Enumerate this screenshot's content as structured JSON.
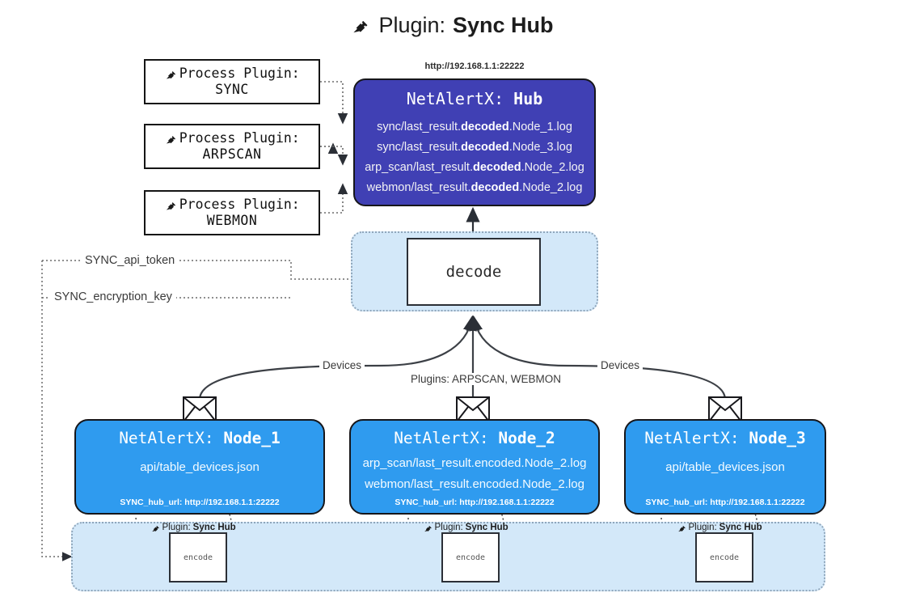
{
  "title": {
    "icon": "plug-icon",
    "prefix": "Plugin:",
    "name": "Sync Hub"
  },
  "process_plugins": [
    {
      "label": "Process Plugin:",
      "name": "SYNC",
      "icon": "plug-icon"
    },
    {
      "label": "Process Plugin:",
      "name": "ARPSCAN",
      "icon": "plug-icon"
    },
    {
      "label": "Process Plugin:",
      "name": "WEBMON",
      "icon": "plug-icon"
    }
  ],
  "hub": {
    "url": "http://192.168.1.1:22222",
    "app": "NetAlertX:",
    "name": "Hub",
    "lines": [
      {
        "pre": "sync/last_result.",
        "mid": "decoded",
        "post": ".Node_1.log"
      },
      {
        "pre": "sync/last_result.",
        "mid": "decoded",
        "post": ".Node_3.log"
      },
      {
        "pre": "arp_scan/last_result.",
        "mid": "decoded",
        "post": ".Node_2.log"
      },
      {
        "pre": "webmon/last_result.",
        "mid": "decoded",
        "post": ".Node_2.log"
      }
    ]
  },
  "decode": {
    "label": "decode"
  },
  "config_labels": [
    {
      "text": "SYNC_api_token"
    },
    {
      "text": "SYNC_encryption_key"
    }
  ],
  "flow_labels": {
    "left_devices": "Devices",
    "right_devices": "Devices",
    "center_plugins": "Plugins: ARPSCAN, WEBMON"
  },
  "nodes": [
    {
      "app": "NetAlertX:",
      "name": "Node_1",
      "lines": [
        "api/table_devices.json"
      ],
      "config": "SYNC_hub_url: http://192.168.1.1:22222",
      "icon": "envelope-icon"
    },
    {
      "app": "NetAlertX:",
      "name": "Node_2",
      "lines": [
        "arp_scan/last_result.encoded.Node_2.log",
        "webmon/last_result.encoded.Node_2.log"
      ],
      "config": "SYNC_hub_url: http://192.168.1.1:22222",
      "icon": "envelope-icon"
    },
    {
      "app": "NetAlertX:",
      "name": "Node_3",
      "lines": [
        "api/table_devices.json"
      ],
      "config": "SYNC_hub_url: http://192.168.1.1:22222",
      "icon": "envelope-icon"
    }
  ],
  "encoders": [
    {
      "plugin_prefix": "Plugin:",
      "plugin_name": "Sync Hub",
      "label": "encode",
      "icon": "plug-icon"
    },
    {
      "plugin_prefix": "Plugin:",
      "plugin_name": "Sync Hub",
      "label": "encode",
      "icon": "plug-icon"
    },
    {
      "plugin_prefix": "Plugin:",
      "plugin_name": "Sync Hub",
      "label": "encode",
      "icon": "plug-icon"
    }
  ],
  "colors": {
    "hub": "#4040b4",
    "node": "#2f9bef",
    "container": "#d3e8f9",
    "stroke": "#16161a"
  }
}
